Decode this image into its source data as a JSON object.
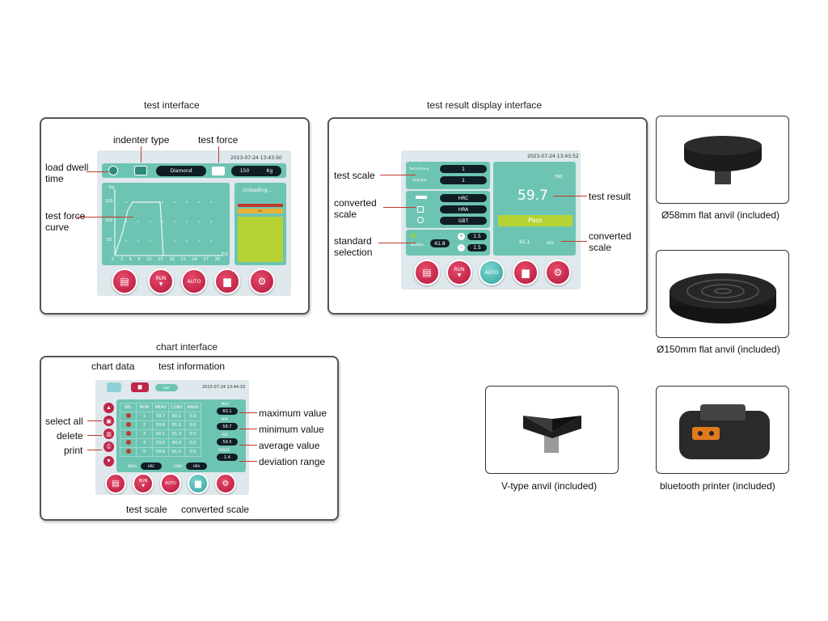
{
  "sections": {
    "test_interface": {
      "title": "test interface",
      "timestamp": "2023-07-24 13:43:50",
      "indenter_value": "Diamond",
      "force_value": "150",
      "force_unit": "Kg",
      "status_text": "Unloading...",
      "status_ok": "OK",
      "y_axis_label": "Kg",
      "x_ticks": [
        "0",
        "3",
        "6",
        "9",
        "12",
        "15",
        "18",
        "21",
        "24",
        "27",
        "30"
      ],
      "y_ticks": [
        "150",
        "100",
        "50"
      ],
      "x_end_label": "T/S",
      "callouts": {
        "load_dwell_time": "load dwell\ntime",
        "indenter_type": "indenter type",
        "test_force": "test force",
        "test_force_curve": "test force\ncurve"
      }
    },
    "result_interface": {
      "title": "test result display interface",
      "timestamp": "2023-07-24 13:43:52",
      "field_labels": [
        "TesterGroup",
        "Operator"
      ],
      "field_values": [
        "1",
        "1"
      ],
      "scale_values": [
        "HRC",
        "HRA",
        "GBT"
      ],
      "standard_number": "61.8",
      "offset_values": [
        "1.5",
        "1.5"
      ],
      "result_scale": "HRC",
      "result_value": "59.7",
      "pass_text": "Pass",
      "converted_value": "81.1",
      "converted_scale": "HRA",
      "callouts": {
        "test_scale": "test scale",
        "converted_scale": "converted\nscale",
        "standard_selection": "standard\nselection",
        "test_result": "test result",
        "converted_scale_right": "converted\nscale"
      }
    },
    "chart_interface": {
      "title": "chart interface",
      "timestamp": "2023-07-24 13:44:33",
      "stat_tab": "stat",
      "columns": [
        "SEL",
        "NUM",
        "MEAS",
        "CONV",
        "RANG"
      ],
      "rows": [
        [
          "",
          "1",
          "58.7",
          "80.1",
          "0.0"
        ],
        [
          "",
          "2",
          "59.6",
          "81.0",
          "0.0"
        ],
        [
          "",
          "3",
          "60.1",
          "81.3",
          "0.0"
        ],
        [
          "",
          "4",
          "59.5",
          "80.9",
          "0.0"
        ],
        [
          "",
          "5",
          "59.6",
          "81.0",
          "0.0"
        ]
      ],
      "max_label": "MAX",
      "max_value": "60.1",
      "min_label": "MIN",
      "min_value": "58.7",
      "ave_label": "AVE",
      "ave_value": "59.5",
      "range_label": "RANGE",
      "range_value": "1.4",
      "meas_label": "MEAS",
      "meas_scale": "HRC",
      "conv_label": "CONV",
      "conv_scale": "HRA",
      "callouts": {
        "chart_data": "chart data",
        "test_information": "test information",
        "select_all": "select all",
        "delete": "delete",
        "print": "print",
        "maximum_value": "maximum value",
        "minimum_value": "minimum value",
        "average_value": "average value",
        "deviation_range": "deviation range",
        "test_scale": "test scale",
        "converted_scale": "converted scale"
      }
    }
  },
  "button_labels": {
    "run": "RUN",
    "auto": "AUTO"
  },
  "accessories": [
    {
      "caption": "Ø58mm flat anvil (included)"
    },
    {
      "caption": "Ø150mm flat anvil (included)"
    },
    {
      "caption": "V-type anvil (included)"
    },
    {
      "caption": "bluetooth printer (included)"
    }
  ],
  "colors": {
    "panel_teal": "#6ec4b3",
    "button_red": "#c0254a",
    "pass_green": "#b5d334",
    "leader_red": "#c0392b"
  }
}
